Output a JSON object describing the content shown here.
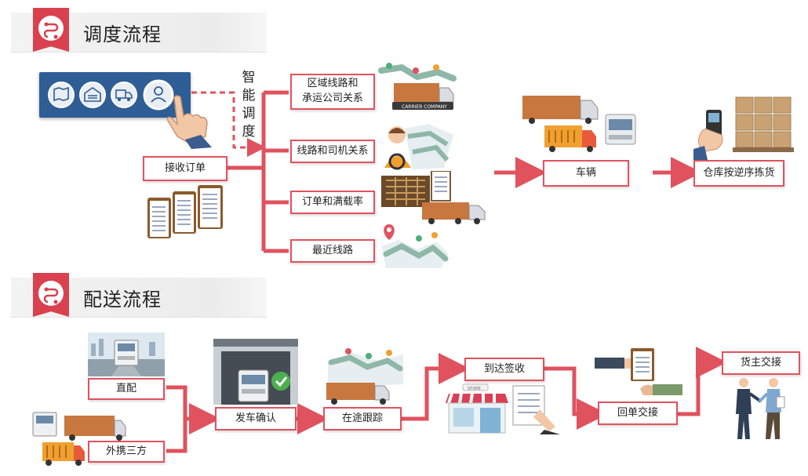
{
  "sections": {
    "dispatch": {
      "title": "调度流程"
    },
    "delivery": {
      "title": "配送流程"
    }
  },
  "dispatch": {
    "smart_label": [
      "智",
      "能",
      "调",
      "度"
    ],
    "receive_order": "接收订单",
    "branches": [
      "区域线路和\n承运公司关系",
      "线路和司机关系",
      "订单和满载率",
      "最近线路"
    ],
    "vehicle": "车辆",
    "warehouse": "仓库按逆序拣货",
    "carrier_truck_label": "CARRIER COMPANY"
  },
  "delivery": {
    "direct": "直配",
    "third_party": "外携三方",
    "dispatch_confirm": "发车确认",
    "tracking": "在途跟踪",
    "arrival_sign": "到达签收",
    "receipt_handover": "回单交接",
    "owner_handover": "货主交接",
    "store_sign": "STORE"
  },
  "colors": {
    "accent": "#e0525e",
    "panel": "#2f5d95",
    "truck_body": "#c8773f"
  },
  "icons": [
    "route-icon",
    "warehouse-icon",
    "truck-icon",
    "user-icon"
  ]
}
